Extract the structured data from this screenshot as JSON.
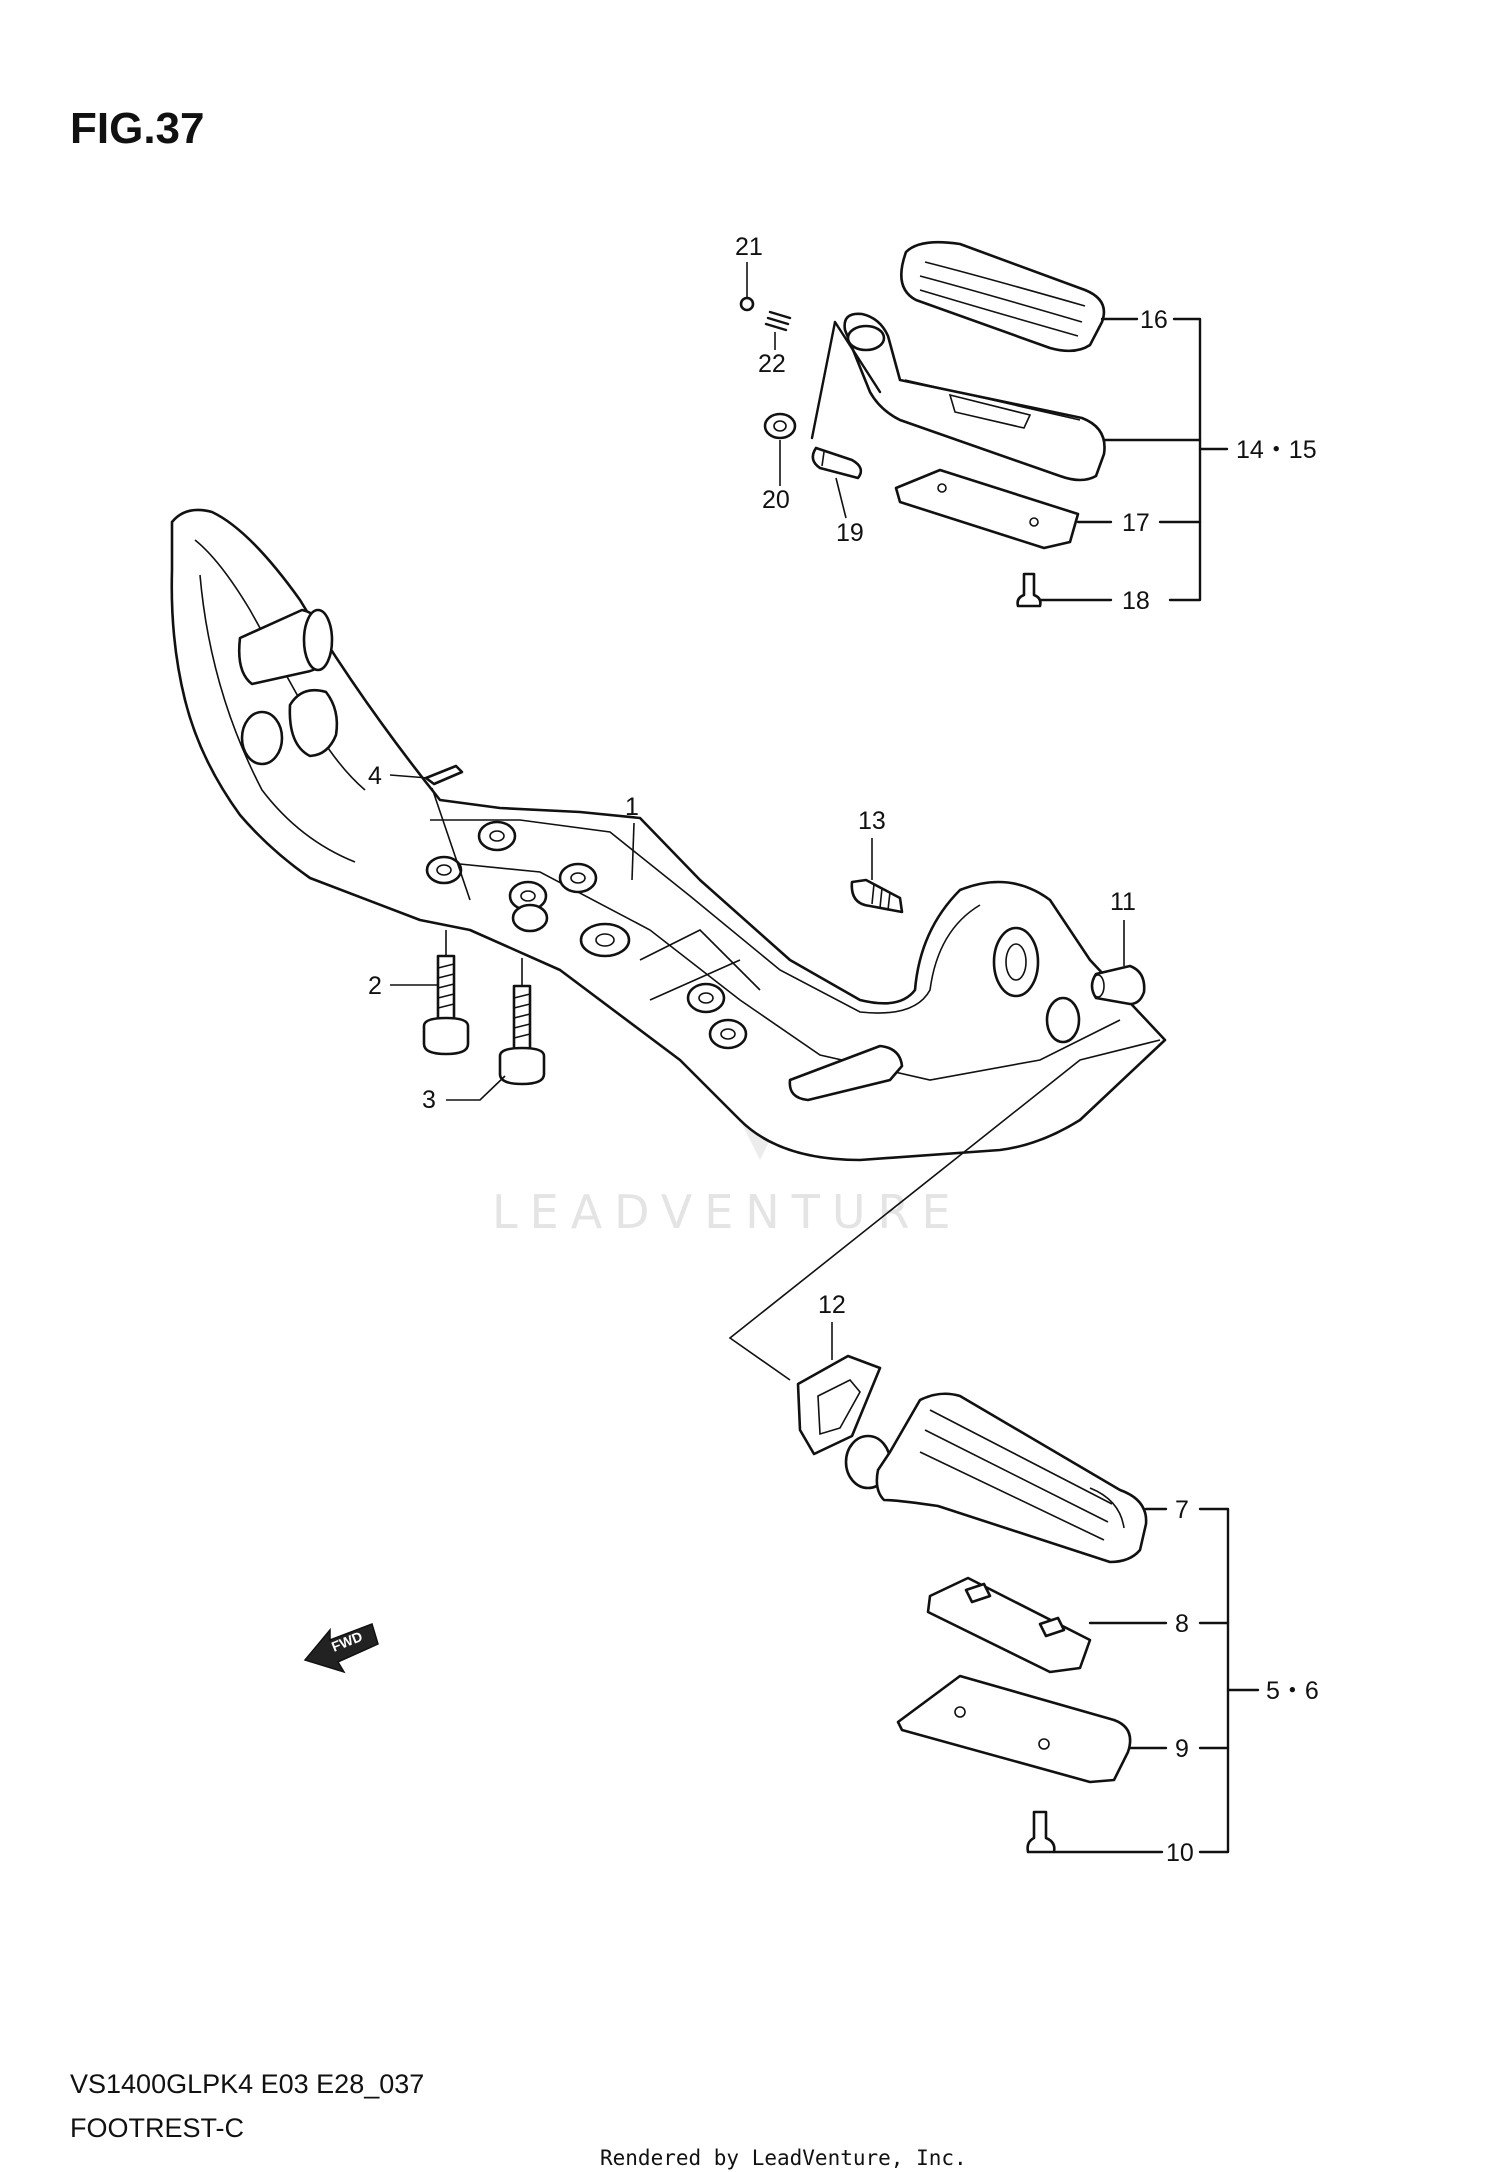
{
  "figure_title": "FIG.37",
  "model_code": "VS1400GLPK4 E03 E28_037",
  "section_name": "FOOTREST-C",
  "credit": "Rendered by LeadVenture, Inc.",
  "watermark": "LEADVENTURE",
  "fwd_label": "FWD",
  "callouts": {
    "c1": "1",
    "c2": "2",
    "c3": "3",
    "c4": "4",
    "c5_6": "5・6",
    "c7": "7",
    "c8": "8",
    "c9": "9",
    "c10": "10",
    "c11": "11",
    "c12": "12",
    "c13": "13",
    "c14_15": "14・15",
    "c16": "16",
    "c17": "17",
    "c18": "18",
    "c19": "19",
    "c20": "20",
    "c21": "21",
    "c22": "22"
  }
}
